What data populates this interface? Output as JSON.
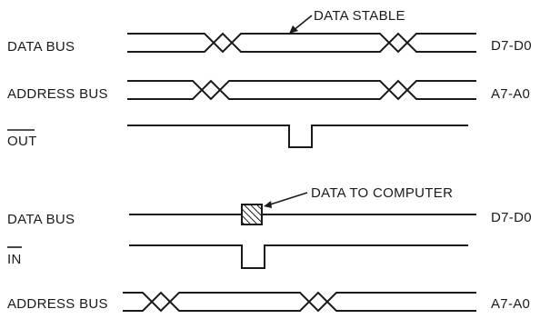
{
  "diagram": {
    "out_cycle": {
      "data_bus": {
        "label": "DATA BUS",
        "end_label": "D7-D0"
      },
      "address_bus": {
        "label": "ADDRESS BUS",
        "end_label": "A7-A0"
      },
      "strobe": {
        "label": "OUT"
      },
      "annotation": "DATA STABLE"
    },
    "in_cycle": {
      "data_bus": {
        "label": "DATA BUS",
        "end_label": "D7-D0"
      },
      "strobe": {
        "label": "IN"
      },
      "address_bus": {
        "label": "ADDRESS BUS",
        "end_label": "A7-A0"
      },
      "annotation": "DATA TO COMPUTER"
    },
    "colors": {
      "ink": "#1a1a1a",
      "background": "#ffffff"
    }
  }
}
